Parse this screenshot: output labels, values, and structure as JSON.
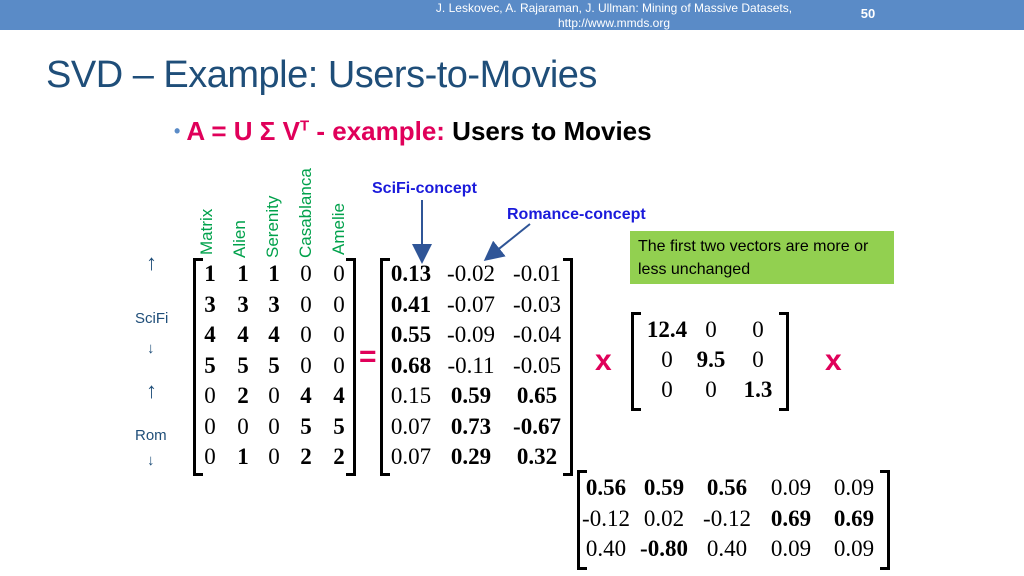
{
  "header": {
    "citation_line1": "J. Leskovec, A. Rajaraman, J. Ullman: Mining of Massive Datasets,",
    "citation_line2": "http://www.mmds.org",
    "page_number": "50"
  },
  "title": "SVD – Example: Users-to-Movies",
  "equation": {
    "lhs": "A = U ",
    "sigma": "Σ",
    "v": " V",
    "t": "T",
    "dash": " - example:",
    "tail": " Users to Movies"
  },
  "movies": [
    "Matrix",
    "Alien",
    "Serenity",
    "Casablanca",
    "Amelie"
  ],
  "concepts": {
    "scifi": "SciFi-concept",
    "romance": "Romance-concept"
  },
  "note": "The first two vectors are more or less unchanged",
  "side_labels": {
    "scifi": "SciFi",
    "rom": "Rom",
    "up_arrow": "↑",
    "down_arrow": "↓"
  },
  "operators": {
    "equals": "=",
    "times1": "x",
    "times2": "x"
  },
  "matrix_a": [
    [
      "1",
      "1",
      "1",
      "0",
      "0"
    ],
    [
      "3",
      "3",
      "3",
      "0",
      "0"
    ],
    [
      "4",
      "4",
      "4",
      "0",
      "0"
    ],
    [
      "5",
      "5",
      "5",
      "0",
      "0"
    ],
    [
      "0",
      "2",
      "0",
      "4",
      "4"
    ],
    [
      "0",
      "0",
      "0",
      "5",
      "5"
    ],
    [
      "0",
      "1",
      "0",
      "2",
      "2"
    ]
  ],
  "matrix_u": [
    [
      "0.13",
      "-0.02",
      "-0.01"
    ],
    [
      "0.41",
      "-0.07",
      "-0.03"
    ],
    [
      "0.55",
      "-0.09",
      "-0.04"
    ],
    [
      "0.68",
      "-0.11",
      "-0.05"
    ],
    [
      "0.15",
      "0.59",
      "0.65"
    ],
    [
      "0.07",
      "0.73",
      "-0.67"
    ],
    [
      "0.07",
      "0.29",
      "0.32"
    ]
  ],
  "matrix_sigma": [
    [
      "12.4",
      "0",
      "0"
    ],
    [
      "0",
      "9.5",
      "0"
    ],
    [
      "0",
      "0",
      "1.3"
    ]
  ],
  "matrix_vt": [
    [
      "0.56",
      "0.59",
      "0.56",
      "0.09",
      "0.09"
    ],
    [
      "-0.12",
      "0.02",
      "-0.12",
      "0.69",
      "0.69"
    ],
    [
      "0.40",
      "-0.80",
      "0.40",
      "0.09",
      "0.09"
    ]
  ]
}
